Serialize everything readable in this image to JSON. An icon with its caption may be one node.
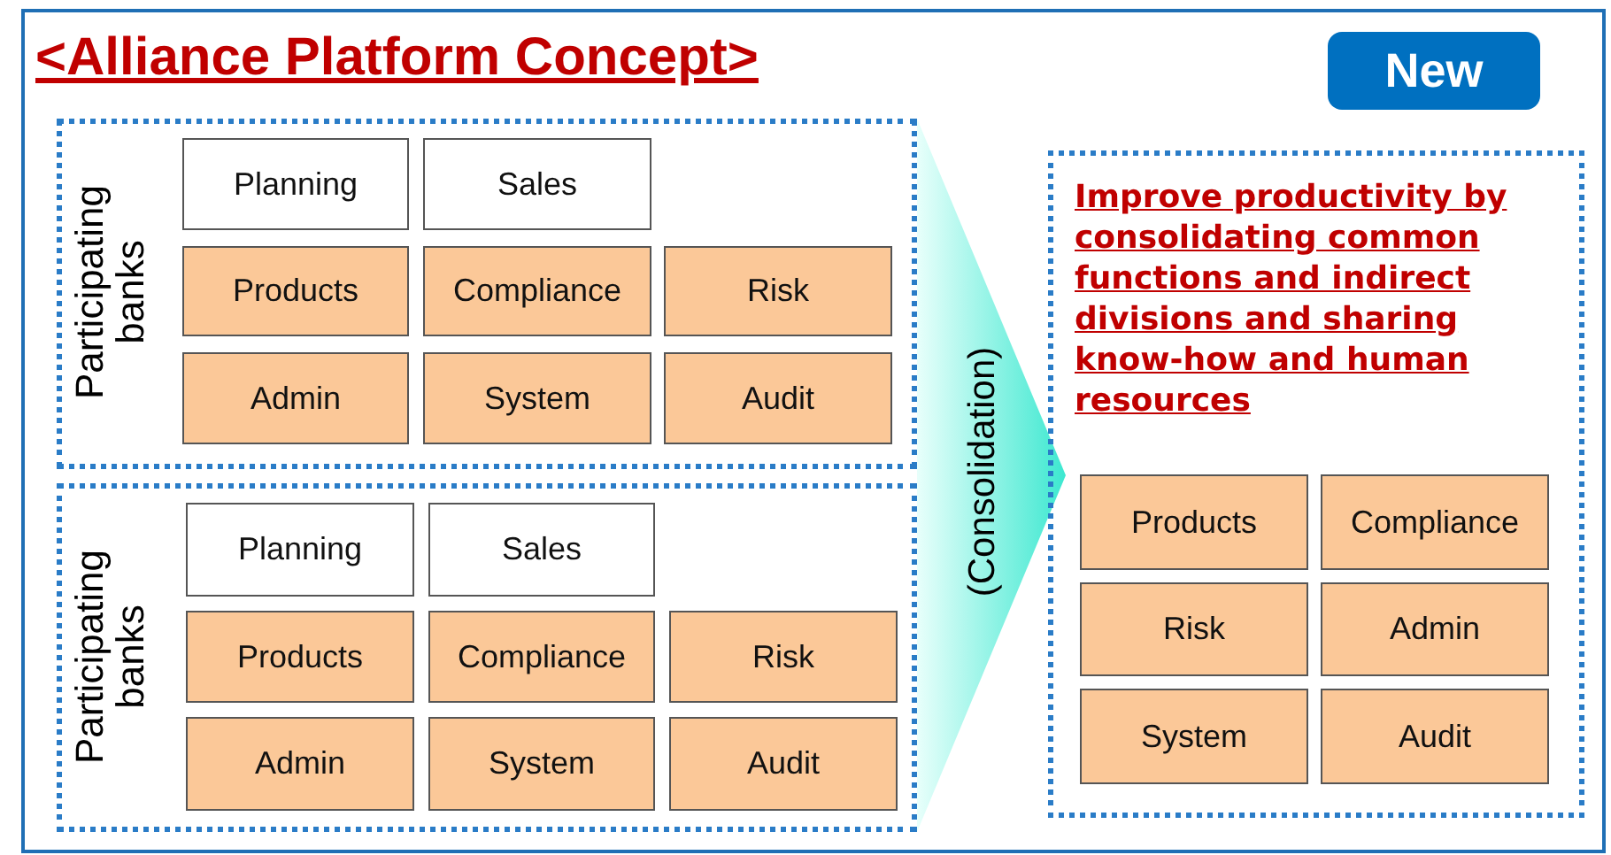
{
  "diagram": {
    "title": "<Alliance Platform Concept>",
    "nodes": [
      {
        "text": [
          "New"
        ]
      },
      {
        "text": [
          "Participating banks"
        ]
      },
      {
        "text": [
          "Planning"
        ],
        "in": 1
      },
      {
        "text": [
          "Sales"
        ],
        "in": 1
      },
      {
        "text": [
          "Products"
        ],
        "in": 1
      },
      {
        "text": [
          "Compliance"
        ],
        "in": 1
      },
      {
        "text": [
          "Risk"
        ],
        "in": 1
      },
      {
        "text": [
          "Admin"
        ],
        "in": 1
      },
      {
        "text": [
          "System"
        ],
        "in": 1
      },
      {
        "text": [
          "Audit"
        ],
        "in": 1
      },
      {
        "text": [
          "Participating banks"
        ]
      },
      {
        "text": [
          "Planning"
        ],
        "in": 10
      },
      {
        "text": [
          "Sales"
        ],
        "in": 10
      },
      {
        "text": [
          "Products"
        ],
        "in": 10
      },
      {
        "text": [
          "Compliance"
        ],
        "in": 10
      },
      {
        "text": [
          "Risk"
        ],
        "in": 10
      },
      {
        "text": [
          "Admin"
        ],
        "in": 10
      },
      {
        "text": [
          "System"
        ],
        "in": 10
      },
      {
        "text": [
          "Audit"
        ],
        "in": 10
      },
      {
        "text": [
          "(Consolidation)"
        ]
      },
      {
        "text": [
          "Improve productivity by consolidating common functions and indirect divisions and sharing know-how and human resources"
        ]
      },
      {
        "text": [
          "Products"
        ],
        "in": 20
      },
      {
        "text": [
          "Compliance"
        ],
        "in": 20
      },
      {
        "text": [
          "Risk"
        ],
        "in": 20
      },
      {
        "text": [
          "Admin"
        ],
        "in": 20
      },
      {
        "text": [
          "System"
        ],
        "in": 20
      },
      {
        "text": [
          "Audit"
        ],
        "in": 20
      }
    ],
    "edges": []
  }
}
